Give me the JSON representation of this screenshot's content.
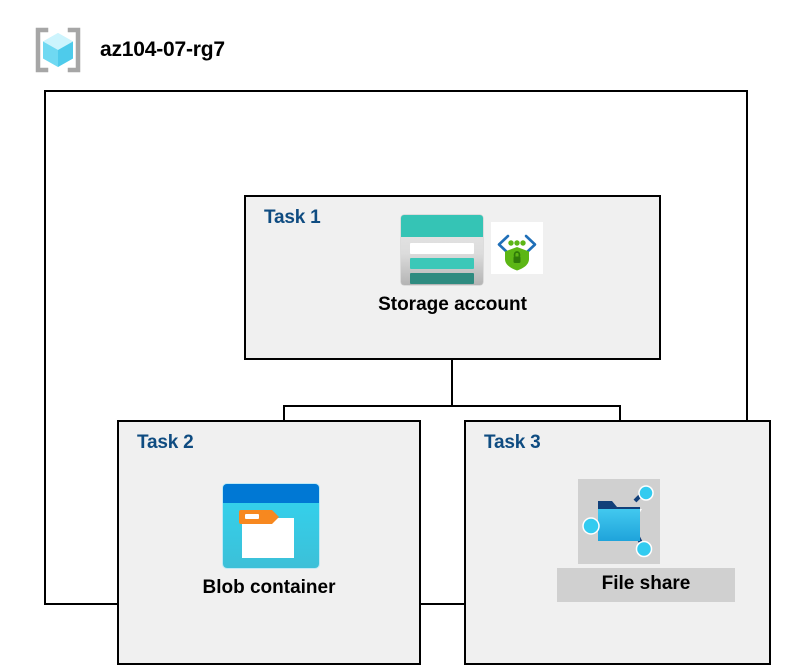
{
  "resource_group": {
    "title": "az104-07-rg7",
    "icon": "resource-group-cube-icon"
  },
  "diagram": {
    "type": "hierarchy",
    "nodes": [
      {
        "task_label": "Task 1",
        "name": "Storage account",
        "icon": "storage-account-icon",
        "badge_icon": "secure-endpoint-shield-icon",
        "parent": null
      },
      {
        "task_label": "Task 2",
        "name": "Blob container",
        "icon": "blob-container-icon",
        "parent": "Task 1"
      },
      {
        "task_label": "Task 3",
        "name": "File share",
        "icon": "file-share-icon",
        "parent": "Task 1"
      }
    ]
  },
  "colors": {
    "task_label": "#0f4c81",
    "box_border": "#000000",
    "box_fill": "#f0f0f0",
    "storage_teal": "#35c4b5",
    "storage_dark_teal": "#2e8b80",
    "blob_blue": "#0078d4",
    "blob_cyan": "#32d4f0",
    "blob_orange": "#f7881f",
    "fileshare_cyan": "#32bce8",
    "fileshare_navy": "#12407a",
    "shield_green": "#5cb615",
    "cube_cyan": "#9cebfa",
    "label_band_gray": "#d0d0d0"
  }
}
